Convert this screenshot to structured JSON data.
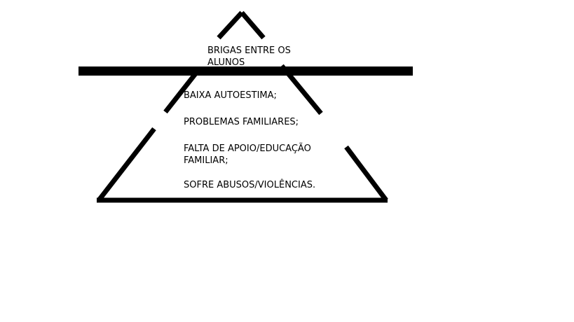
{
  "diagram": {
    "colors": {
      "stroke": "#000000",
      "background": "#ffffff"
    },
    "top_label": "BRIGAS ENTRE OS ALUNOS",
    "base_items": [
      "BAIXA AUTOESTIMA;",
      "PROBLEMAS FAMILIARES;",
      "FALTA DE APOIO/EDUCAÇÃO FAMILIAR;",
      "SOFRE ABUSOS/VIOLÊNCIAS."
    ]
  }
}
